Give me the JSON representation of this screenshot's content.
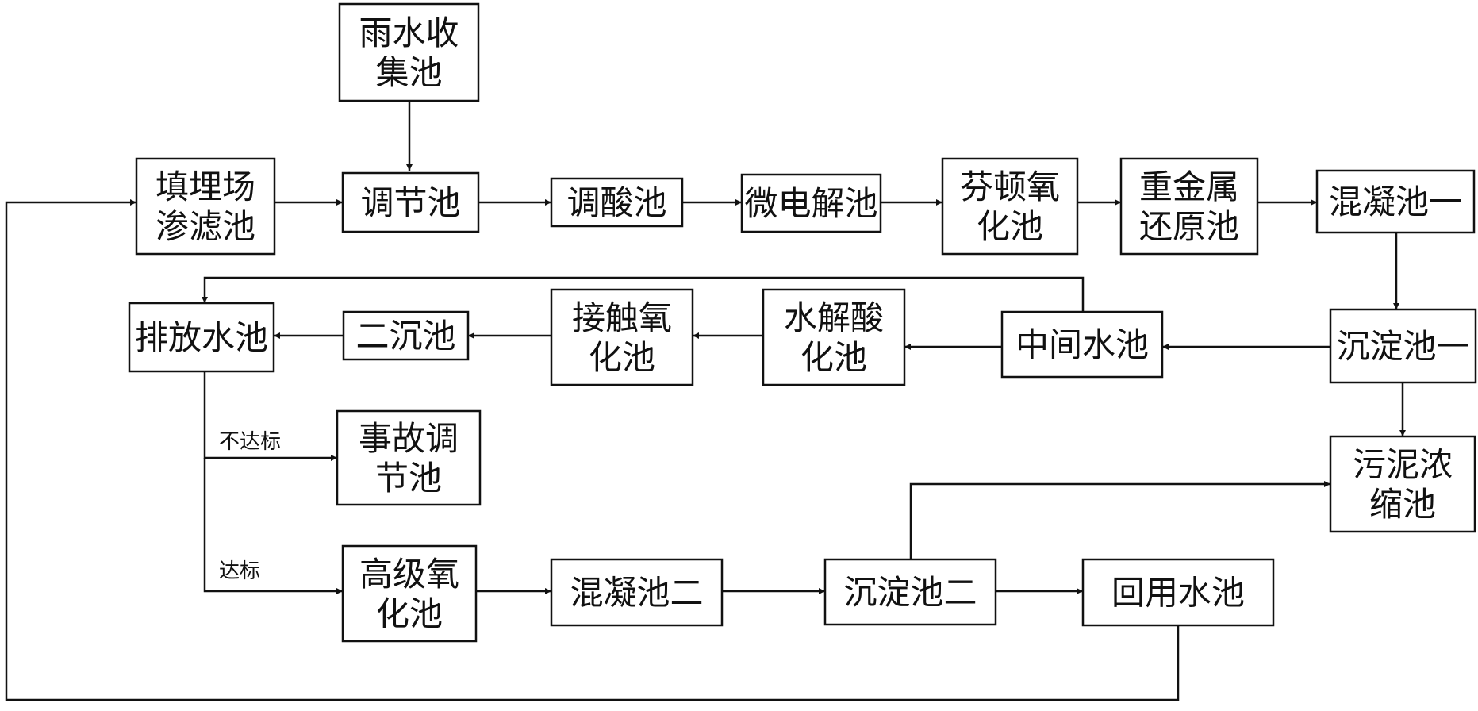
{
  "nodes": {
    "rain_collection": [
      "雨水收",
      "集池"
    ],
    "landfill_leachate": [
      "填埋场",
      "渗滤池"
    ],
    "regulating": [
      "调节池"
    ],
    "acid_adjust": [
      "调酸池"
    ],
    "micro_electrolysis": [
      "微电解池"
    ],
    "fenton": [
      "芬顿氧",
      "化池"
    ],
    "heavy_metal": [
      "重金属",
      "还原池"
    ],
    "coagulation_1": [
      "混凝池一"
    ],
    "sedimentation_1": [
      "沉淀池一"
    ],
    "intermediate": [
      "中间水池"
    ],
    "hydrolysis": [
      "水解酸",
      "化池"
    ],
    "contact_oxidation": [
      "接触氧",
      "化池"
    ],
    "secondary_clarifier": [
      "二沉池"
    ],
    "discharge": [
      "排放水池"
    ],
    "emergency": [
      "事故调",
      "节池"
    ],
    "sludge_thickener": [
      "污泥浓",
      "缩池"
    ],
    "advanced_oxidation": [
      "高级氧",
      "化池"
    ],
    "coagulation_2": [
      "混凝池二"
    ],
    "sedimentation_2": [
      "沉淀池二"
    ],
    "reuse": [
      "回用水池"
    ]
  },
  "edge_labels": {
    "substandard": "不达标",
    "standard": "达标"
  }
}
